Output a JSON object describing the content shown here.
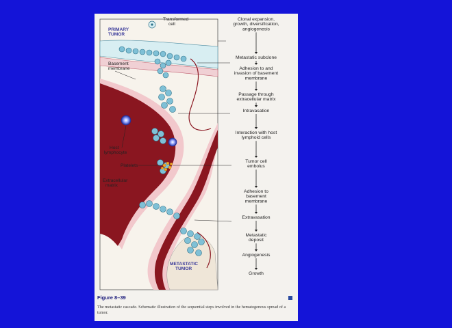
{
  "figure": {
    "number": "Figure 8–39",
    "caption": "The metastatic cascade. Schematic illustration of the sequential steps involved in the hematogenous spread of a tumor."
  },
  "labels": {
    "transformed_cell": [
      "Transformed",
      "cell"
    ],
    "primary_tumor": [
      "PRIMARY",
      "TUMOR"
    ],
    "basement_membrane": [
      "Basement",
      "membrane"
    ],
    "host_lymphocyte": [
      "Host",
      "lymphocyte"
    ],
    "platelets": "Platelets",
    "extracellular_matrix": [
      "Extracellular",
      "matrix"
    ],
    "metastatic_tumor": [
      "METASTATIC",
      "TUMOR"
    ]
  },
  "steps": [
    [
      "Clonal expansion,",
      "growth, diversification,",
      "angiogenesis"
    ],
    [
      "Metastatic subclone"
    ],
    [
      "Adhesion to and",
      "invasion of basement",
      "membrane"
    ],
    [
      "Passage through",
      "extracellular matrix"
    ],
    [
      "Intravasation"
    ],
    [
      "Interaction with host",
      "lymphoid cells"
    ],
    [
      "Tumor cell",
      "embolus"
    ],
    [
      "Adhesion to",
      "basement",
      "membrane"
    ],
    [
      "Extravasation"
    ],
    [
      "Metastatic",
      "deposit"
    ],
    [
      "Angiogenesis"
    ],
    [
      "Growth"
    ]
  ]
}
